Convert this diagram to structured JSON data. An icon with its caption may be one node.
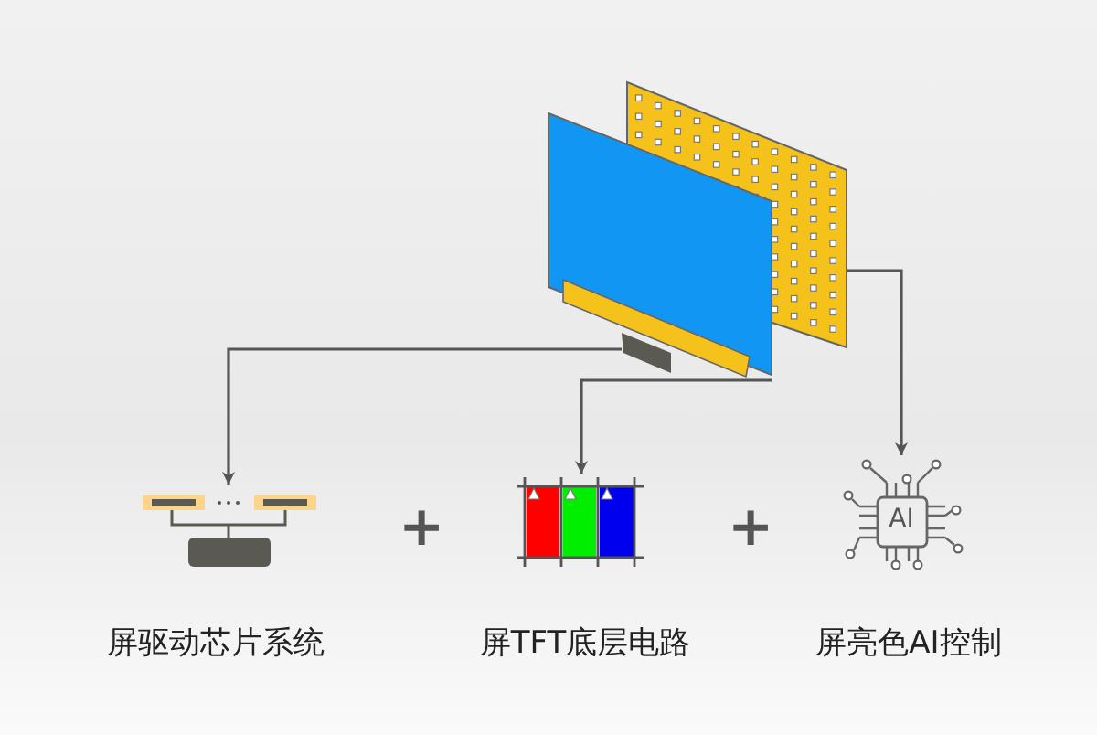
{
  "diagram": {
    "nodes": [
      {
        "text": [],
        "shape": "picture"
      },
      {
        "text": [],
        "shape": "picture"
      },
      {
        "text": [],
        "shape": "box"
      },
      {
        "text": [
          "屏驱动芯片系统"
        ]
      },
      {
        "text": [
          "屏TFT底层电路"
        ]
      },
      {
        "text": [
          "AI",
          "屏亮色AI控制"
        ]
      }
    ],
    "edges": [
      {
        "from": 2,
        "to": 3,
        "arrow": "to"
      },
      {
        "from": 1,
        "to": 4,
        "arrow": "to"
      },
      {
        "from": 0,
        "to": 5,
        "arrow": "to"
      }
    ],
    "labels": [
      "+",
      "+"
    ]
  }
}
